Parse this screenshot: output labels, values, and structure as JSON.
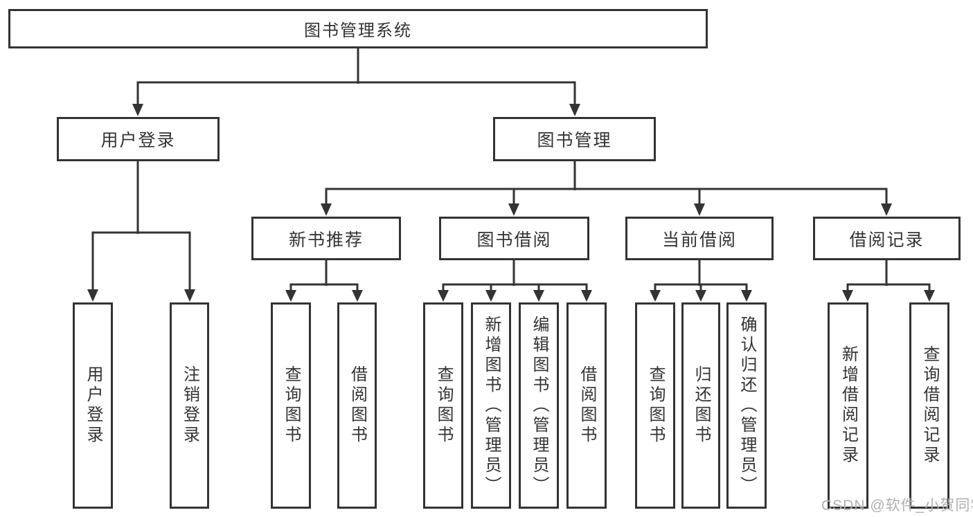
{
  "diagram": {
    "root": {
      "label": "图书管理系统"
    },
    "level2": [
      {
        "label": "用户登录"
      },
      {
        "label": "图书管理"
      }
    ],
    "level3": [
      {
        "label": "新书推荐"
      },
      {
        "label": "图书借阅"
      },
      {
        "label": "当前借阅"
      },
      {
        "label": "借阅记录"
      }
    ],
    "leaves": [
      {
        "label": "用户登录"
      },
      {
        "label": "注销登录"
      },
      {
        "label": "查询图书"
      },
      {
        "label": "借阅图书"
      },
      {
        "label": "查询图书"
      },
      {
        "label": "新增图书（管理员）"
      },
      {
        "label": "编辑图书（管理员）"
      },
      {
        "label": "借阅图书"
      },
      {
        "label": "查询图书"
      },
      {
        "label": "归还图书"
      },
      {
        "label": "确认归还（管理员）"
      },
      {
        "label": "新增借阅记录"
      },
      {
        "label": "查询借阅记录"
      }
    ],
    "edges": [
      {
        "from": "图书管理系统",
        "to": [
          "用户登录",
          "图书管理"
        ]
      },
      {
        "from": "用户登录",
        "to": [
          "用户登录",
          "注销登录"
        ]
      },
      {
        "from": "图书管理",
        "to": [
          "新书推荐",
          "图书借阅",
          "当前借阅",
          "借阅记录"
        ]
      },
      {
        "from": "新书推荐",
        "to": [
          "查询图书",
          "借阅图书"
        ]
      },
      {
        "from": "图书借阅",
        "to": [
          "查询图书",
          "新增图书（管理员）",
          "编辑图书（管理员）",
          "借阅图书"
        ]
      },
      {
        "from": "当前借阅",
        "to": [
          "查询图书",
          "归还图书",
          "确认归还（管理员）"
        ]
      },
      {
        "from": "借阅记录",
        "to": [
          "新增借阅记录",
          "查询借阅记录"
        ]
      }
    ],
    "watermark": "CSDN @软件_小贺同学",
    "colors": {
      "line": "#333333",
      "text": "#333333",
      "background": "#ffffff",
      "watermark": "#b0b0b0"
    }
  }
}
